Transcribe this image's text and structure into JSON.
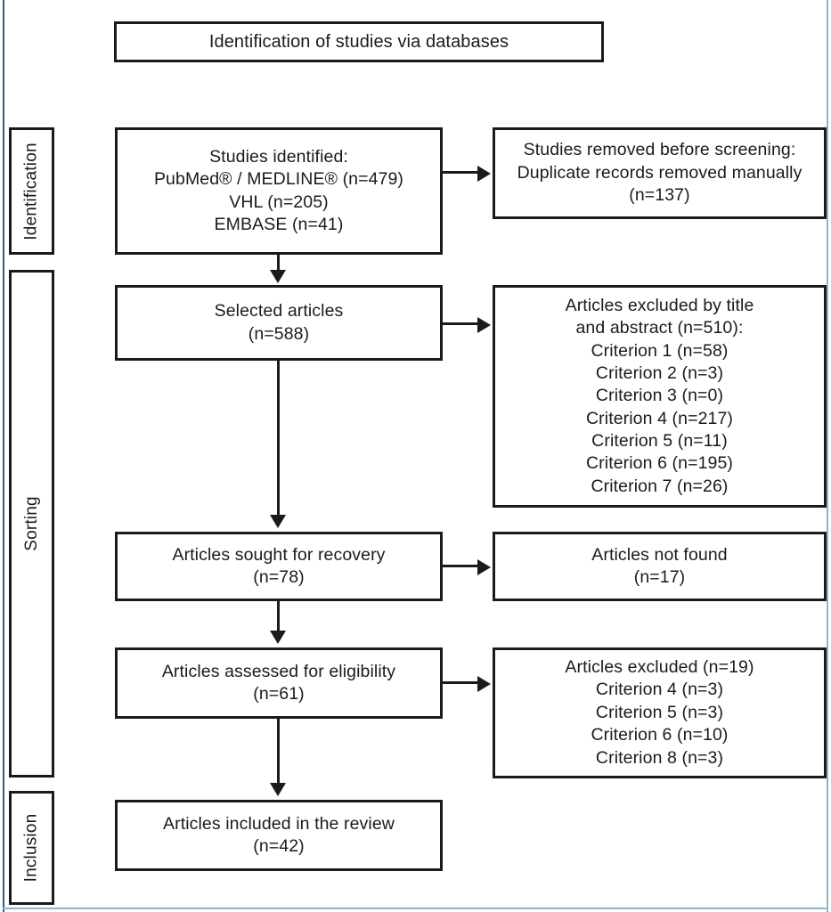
{
  "diagram": {
    "title": "Identification of studies via databases",
    "stages": [
      {
        "id": "identification",
        "label": "Identification"
      },
      {
        "id": "sorting",
        "label": "Sorting"
      },
      {
        "id": "inclusion",
        "label": "Inclusion"
      }
    ],
    "colors": {
      "box_border": "#1b1b1b",
      "text": "#1b1b1b",
      "frame_rule": "#2e5f86",
      "background": "#ffffff"
    },
    "boxes": {
      "identified": {
        "name": "studies-identified",
        "lines": [
          "Studies identified:",
          "PubMed® / MEDLINE® (n=479)",
          "VHL (n=205)",
          "EMBASE (n=41)"
        ]
      },
      "removed": {
        "name": "studies-removed-before-screening",
        "lines": [
          "Studies removed before screening:",
          "Duplicate records removed manually",
          "(n=137)"
        ]
      },
      "selected": {
        "name": "selected-articles",
        "lines": [
          "Selected articles",
          "(n=588)"
        ]
      },
      "excluded_title_abstract": {
        "name": "articles-excluded-by-title-and-abstract",
        "lines": [
          "Articles excluded by title",
          "and abstract (n=510):",
          "Criterion 1 (n=58)",
          "Criterion 2 (n=3)",
          "Criterion 3 (n=0)",
          "Criterion 4 (n=217)",
          "Criterion 5 (n=11)",
          "Criterion 6 (n=195)",
          "Criterion 7 (n=26)"
        ]
      },
      "sought": {
        "name": "articles-sought-for-recovery",
        "lines": [
          "Articles sought for recovery",
          "(n=78)"
        ]
      },
      "not_found": {
        "name": "articles-not-found",
        "lines": [
          "Articles not found",
          "(n=17)"
        ]
      },
      "assessed": {
        "name": "articles-assessed-for-eligibility",
        "lines": [
          "Articles assessed for eligibility",
          "(n=61)"
        ]
      },
      "excluded_eligibility": {
        "name": "articles-excluded-eligibility",
        "lines": [
          "Articles excluded (n=19)",
          "Criterion 4 (n=3)",
          "Criterion 5 (n=3)",
          "Criterion 6 (n=10)",
          "Criterion 8 (n=3)"
        ]
      },
      "included": {
        "name": "articles-included-in-the-review",
        "lines": [
          "Articles included in the review",
          "(n=42)"
        ]
      }
    },
    "counts": {
      "pubmed_medline": 479,
      "vhl": 205,
      "embase": 41,
      "duplicates_removed": 137,
      "selected_articles": 588,
      "excluded_title_abstract_total": 510,
      "excluded_title_abstract_criteria": [
        {
          "criterion": 1,
          "n": 58
        },
        {
          "criterion": 2,
          "n": 3
        },
        {
          "criterion": 3,
          "n": 0
        },
        {
          "criterion": 4,
          "n": 217
        },
        {
          "criterion": 5,
          "n": 11
        },
        {
          "criterion": 6,
          "n": 195
        },
        {
          "criterion": 7,
          "n": 26
        }
      ],
      "sought_for_recovery": 78,
      "not_found": 17,
      "assessed_for_eligibility": 61,
      "excluded_eligibility_total": 19,
      "excluded_eligibility_criteria": [
        {
          "criterion": 4,
          "n": 3
        },
        {
          "criterion": 5,
          "n": 3
        },
        {
          "criterion": 6,
          "n": 10
        },
        {
          "criterion": 8,
          "n": 3
        }
      ],
      "included_in_review": 42
    }
  }
}
